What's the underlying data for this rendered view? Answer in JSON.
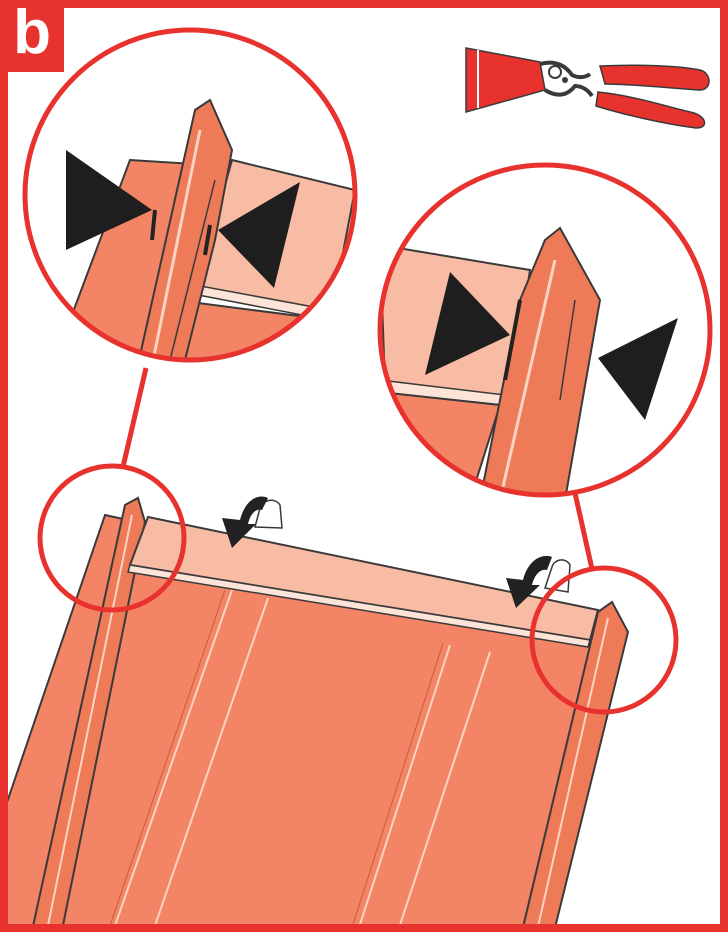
{
  "step": {
    "label": "b"
  },
  "tool": {
    "icon": "pliers-icon",
    "color": "#e8322d"
  },
  "colors": {
    "frame": "#e8322d",
    "panel": "#f38566",
    "panel_dark": "#e96c4a",
    "strip": "#f8bba3",
    "outline": "#3a3a3a",
    "arrow": "#222222"
  },
  "callouts": [
    {
      "name": "left-edge-detail",
      "icon": "inward-arrows-icon"
    },
    {
      "name": "right-edge-detail",
      "icon": "inward-arrows-icon"
    }
  ]
}
